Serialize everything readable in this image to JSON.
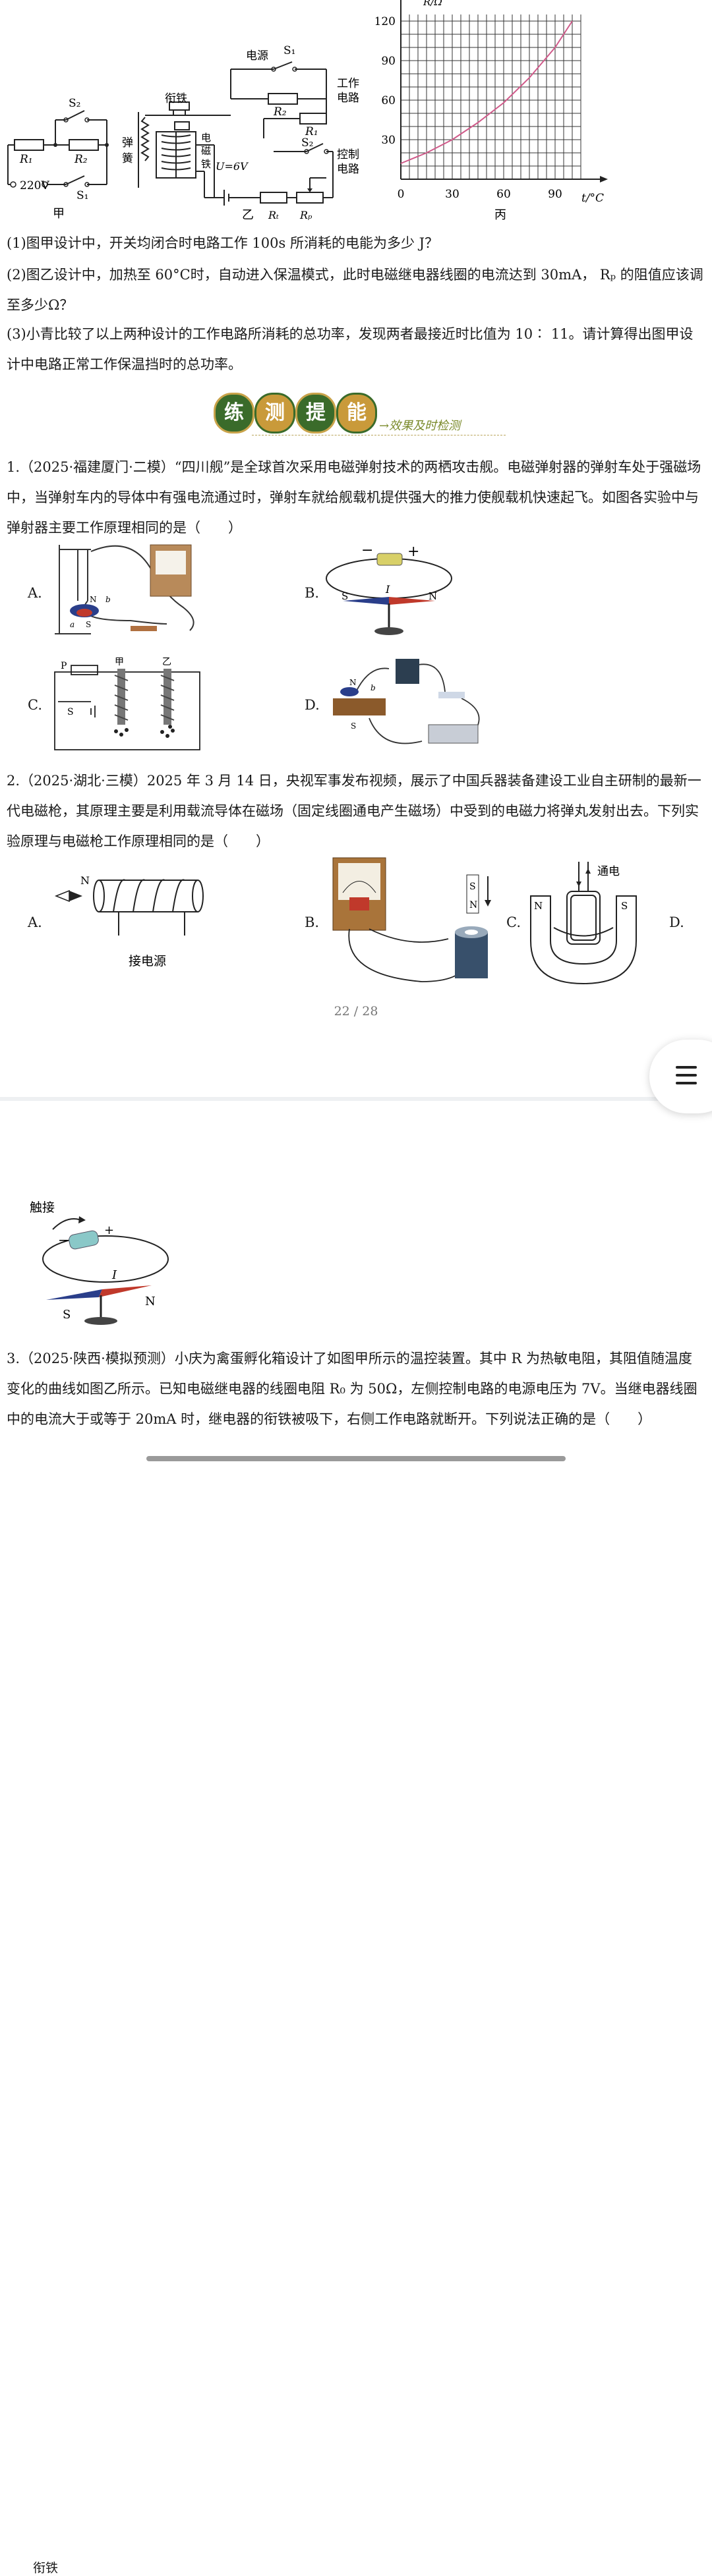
{
  "figure_top": {
    "jia": {
      "caption": "甲",
      "labels": {
        "s2": "S₂",
        "r1": "R₁",
        "r2": "R₂",
        "v": "220V",
        "s1": "S₁"
      }
    },
    "yi": {
      "caption": "乙",
      "labels": {
        "power": "电源",
        "s1": "S₁",
        "xian": "衔铁",
        "r2": "R₂",
        "work": "工作",
        "circuit1": "电路",
        "r1": "R₁",
        "spring1": "弹",
        "spring2": "簧",
        "em1": "电",
        "em2": "磁",
        "em3": "铁",
        "s2": "S₂",
        "ctrl": "控制",
        "circuit2": "电路",
        "u": "U=6V",
        "rt": "Rₜ",
        "rp": "Rₚ"
      }
    },
    "bing": {
      "caption": "丙",
      "ylabel": "R/Ω",
      "xlabel": "t/°C",
      "yticks": [
        "30",
        "60",
        "90",
        "120"
      ],
      "xticks": [
        "0",
        "30",
        "60",
        "90"
      ]
    }
  },
  "chart_data": {
    "type": "line",
    "title": "",
    "xlabel": "t/°C",
    "ylabel": "R/Ω",
    "xlim": [
      0,
      105
    ],
    "ylim": [
      0,
      125
    ],
    "grid": true,
    "series": [
      {
        "x": [
          0,
          15,
          30,
          45,
          60,
          75,
          90,
          100
        ],
        "y": [
          12,
          20,
          30,
          43,
          58,
          77,
          100,
          120
        ]
      }
    ]
  },
  "questions_top": [
    "(1)图甲设计中，开关均闭合时电路工作 100s 所消耗的电能为多少 J？",
    "(2)图乙设计中，加热至 60°C时，自动进入保温模式，此时电磁继电器线圈的电流达到 30mA， Rₚ 的阻值应该调至多少Ω？",
    "(3)小青比较了以上两种设计的工作电路所消耗的总功率，发现两者最接近时比值为 10∶ 11。请计算得出图甲设计中电路正常工作保温挡时的总功率。"
  ],
  "section_banner": {
    "chars": [
      "练",
      "测",
      "提",
      "能"
    ],
    "subtitle": "→效果及时检测"
  },
  "q1": {
    "text": "1.（2025·福建厦门·二模）“四川舰”是全球首次采用电磁弹射技术的两栖攻击舰。电磁弹射器的弹射车处于强磁场中，当弹射车内的导体中有强电流通过时，弹射车就给舰载机提供强大的推力使舰载机快速起飞。如图各实验中与弹射器主要工作原理相同的是（　　）",
    "options": [
      "A.",
      "B.",
      "C.",
      "D."
    ],
    "figB": {
      "minus": "−",
      "plus": "+",
      "i": "I",
      "s": "S",
      "n": "N"
    },
    "figC": {
      "p": "P",
      "s": "S",
      "jia": "甲",
      "yi": "乙"
    },
    "figD": {
      "n": "N",
      "b": "b",
      "s": "S"
    },
    "figA": {
      "n": "N",
      "b": "b",
      "a": "a",
      "s": "S"
    }
  },
  "q2": {
    "text": "2.（2025·湖北·三模）2025 年 3 月 14 日，央视军事发布视频，展示了中国兵器装备建设工业自主研制的最新一代电磁枪，其原理主要是利用载流导体在磁场（固定线圈通电产生磁场）中受到的电磁力将弹丸发射出去。下列实验原理与电磁枪工作原理相同的是（　　）",
    "options": [
      "A.",
      "B.",
      "C.",
      "D."
    ],
    "figA": {
      "n": "N",
      "power": "接电源"
    },
    "figB": {
      "s": "S",
      "n": "N"
    },
    "figC": {
      "on": "通电",
      "n": "N",
      "s": "S"
    }
  },
  "page_number": "22 / 28",
  "page2_fig": {
    "touch": "触接",
    "minus": "−",
    "plus": "+",
    "i": "I",
    "s": "S",
    "n": "N"
  },
  "q3": {
    "text": "3.（2025·陕西·模拟预测）小庆为禽蛋孵化箱设计了如图甲所示的温控装置。其中 R 为热敏电阻，其阻值随温度变化的曲线如图乙所示。已知电磁继电器的线圈电阻 R₀ 为 50Ω，左侧控制电路的电源电压为 7V。当继电器线圈中的电流大于或等于 20mA 时，继电器的衔铁被吸下，右侧工作电路就断开。下列说法正确的是（　　）",
    "cut_label": "衔铁"
  }
}
